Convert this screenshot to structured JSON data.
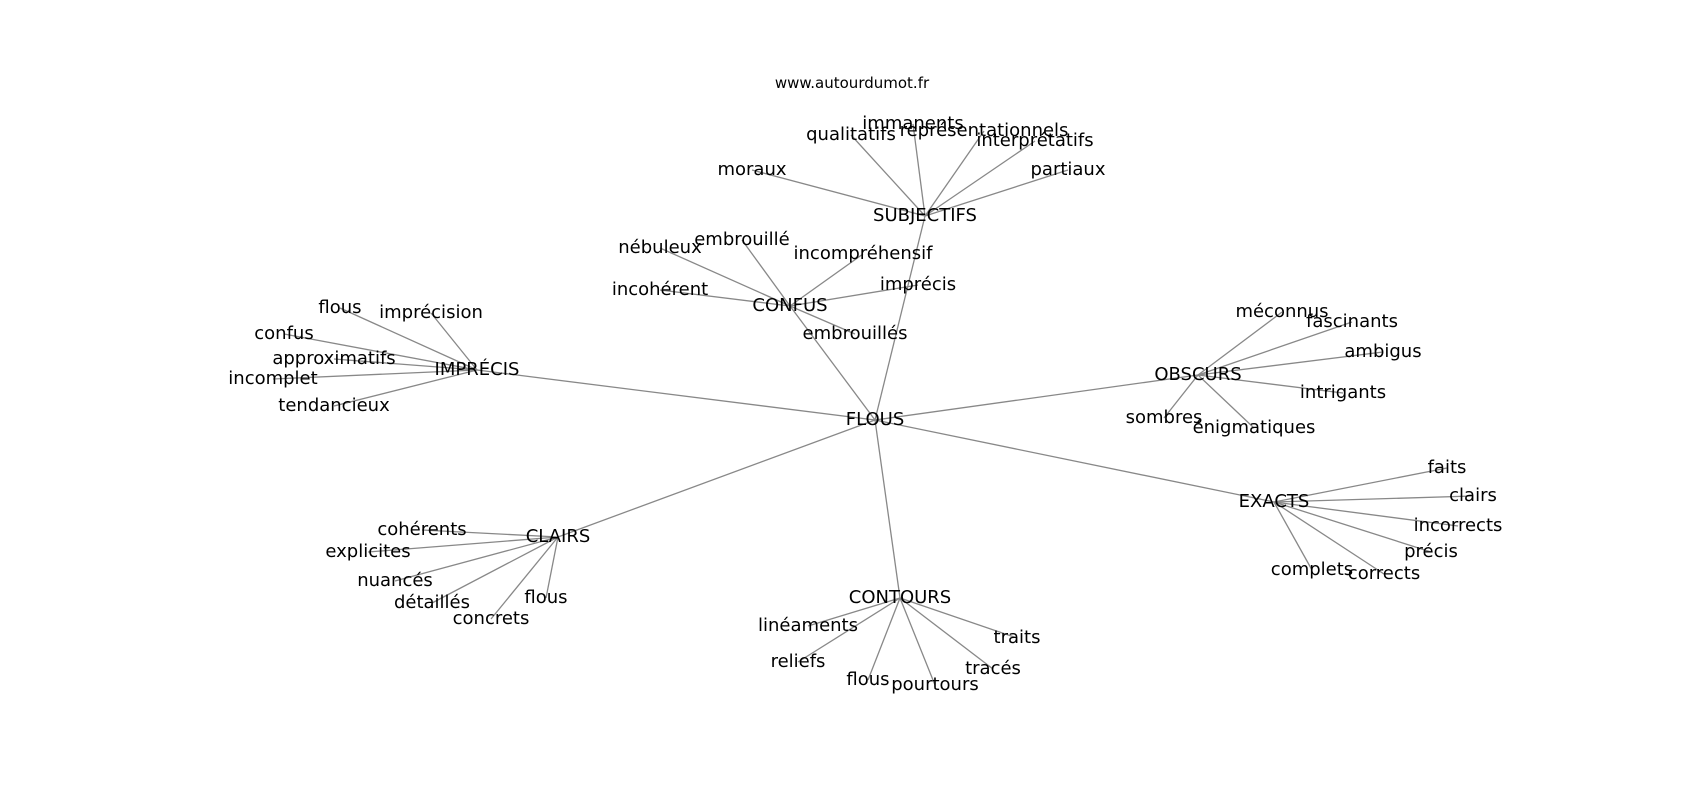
{
  "source": "www.autourdumot.fr",
  "center": "FLOUS",
  "clusters": [
    {
      "hub": "SUBJECTIFS",
      "words": [
        "immanents",
        "représentationnels",
        "qualitatifs",
        "interprétatifs",
        "moraux",
        "partiaux"
      ]
    },
    {
      "hub": "CONFUS",
      "words": [
        "nébuleux",
        "embrouillé",
        "incompréhensif",
        "incohérent",
        "imprécis",
        "embrouillés"
      ]
    },
    {
      "hub": "IMPRÉCIS",
      "words": [
        "flous",
        "imprécision",
        "confus",
        "approximatifs",
        "incomplet",
        "tendancieux"
      ]
    },
    {
      "hub": "OBSCURS",
      "words": [
        "méconnus",
        "fascinants",
        "ambigus",
        "intrigants",
        "sombres",
        "énigmatiques"
      ]
    },
    {
      "hub": "EXACTS",
      "words": [
        "faits",
        "clairs",
        "incorrects",
        "précis",
        "complets",
        "corrects"
      ]
    },
    {
      "hub": "CLAIRS",
      "words": [
        "cohérents",
        "explicites",
        "nuancés",
        "détaillés",
        "concrets",
        "flous"
      ]
    },
    {
      "hub": "CONTOURS",
      "words": [
        "linéaments",
        "reliefs",
        "flous",
        "pourtours",
        "tracés",
        "traits"
      ]
    }
  ]
}
